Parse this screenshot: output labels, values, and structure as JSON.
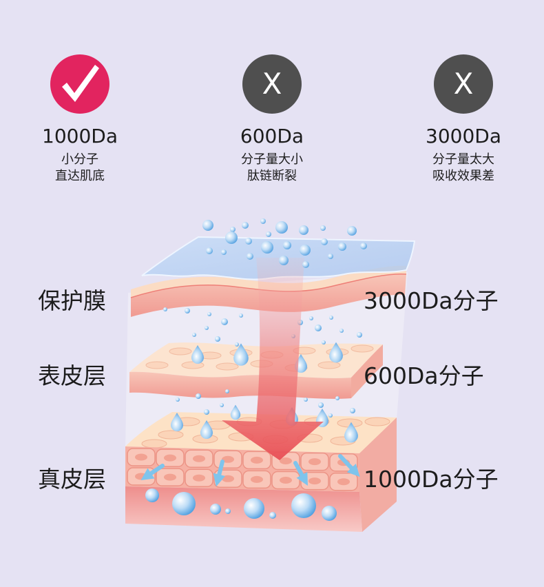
{
  "options": [
    {
      "mass": "1000Da",
      "lines": [
        "小分子",
        "直达肌底"
      ],
      "status": "good",
      "icon": "check-icon"
    },
    {
      "mass": "600Da",
      "lines": [
        "分子量大小",
        "肽链断裂"
      ],
      "status": "bad",
      "mark": "X"
    },
    {
      "mass": "3000Da",
      "lines": [
        "分子量太大",
        "吸收效果差"
      ],
      "status": "bad",
      "mark": "X"
    }
  ],
  "layers": [
    {
      "name": "保护膜",
      "molecule": "3000Da分子"
    },
    {
      "name": "表皮层",
      "molecule": "600Da分子"
    },
    {
      "name": "真皮层",
      "molecule": "1000Da分子"
    }
  ],
  "colors": {
    "background": "#e5e2f3",
    "good": "#e2245f",
    "bad": "#4f4f4f",
    "arrow": "#e84e55",
    "water": "#4f9fe0"
  }
}
